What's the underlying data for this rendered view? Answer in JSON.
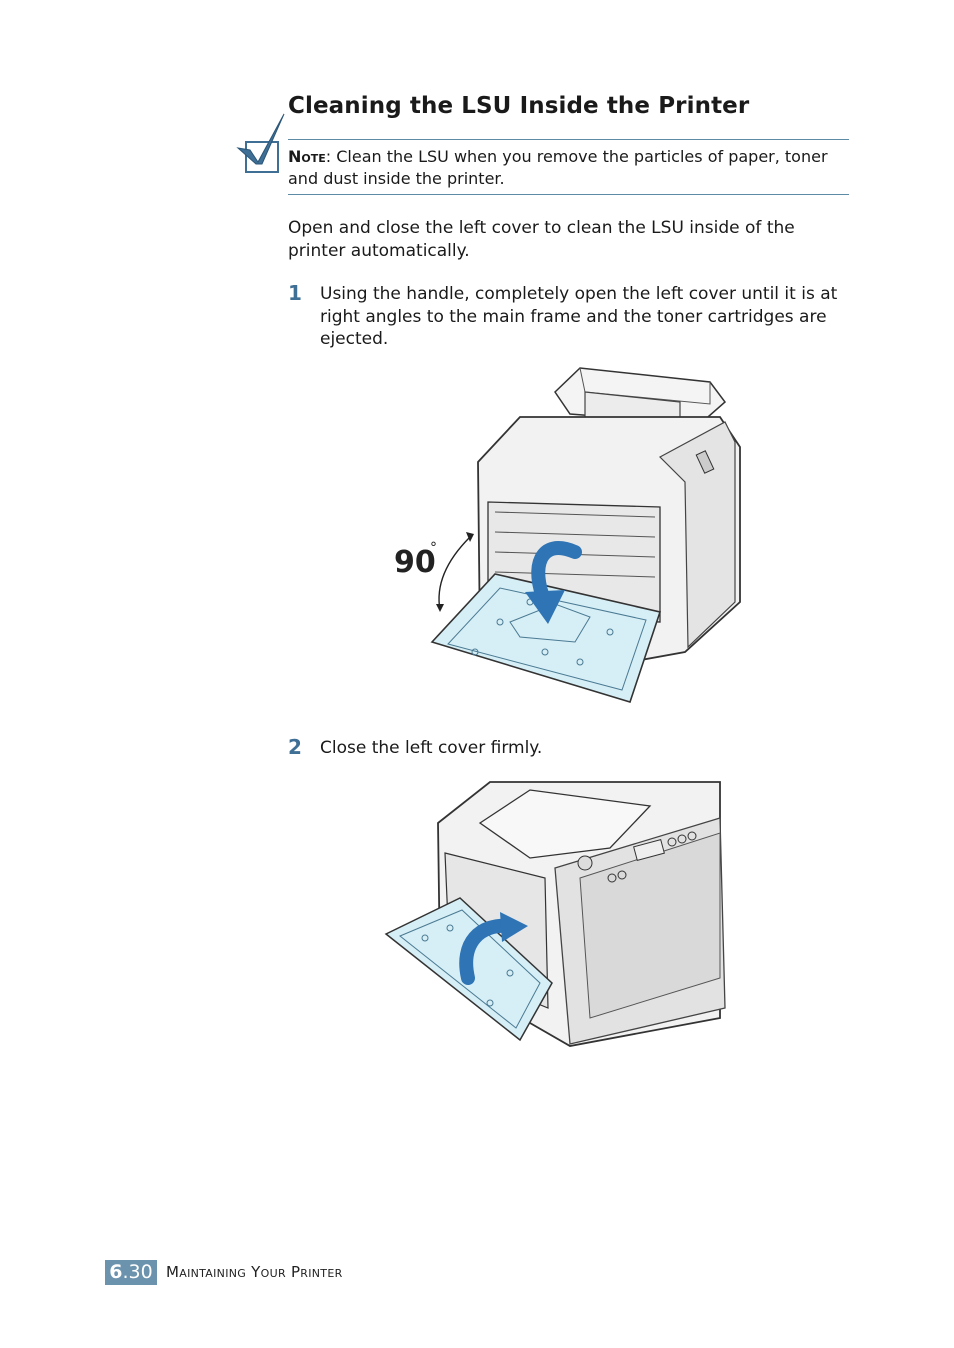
{
  "page": {
    "title": "Cleaning the LSU Inside the Printer",
    "note": {
      "label": "Note",
      "separator": ":",
      "text": "Clean the LSU when you remove the particles of paper, toner and dust inside the printer."
    },
    "intro": "Open and close the left cover to clean the LSU inside of the printer automatically.",
    "steps": [
      {
        "number": "1",
        "text": "Using the handle, completely open the left cover until it is at right angles to the main frame and the toner cartridges are ejected."
      },
      {
        "number": "2",
        "text": "Close the left cover firmly."
      }
    ],
    "figure1": {
      "angle_label": "90",
      "degree_symbol": "°"
    },
    "footer": {
      "chapter": "6",
      "page_num": ".30",
      "section_title": "Maintaining Your Printer"
    }
  },
  "colors": {
    "accent": "#3f6f95",
    "rule": "#5d8aa5",
    "footer_box": "#6b93ad",
    "cover_fill": "#d6eef6",
    "arrow": "#2f74b5"
  },
  "icons": [
    "checkmark-note-icon"
  ]
}
